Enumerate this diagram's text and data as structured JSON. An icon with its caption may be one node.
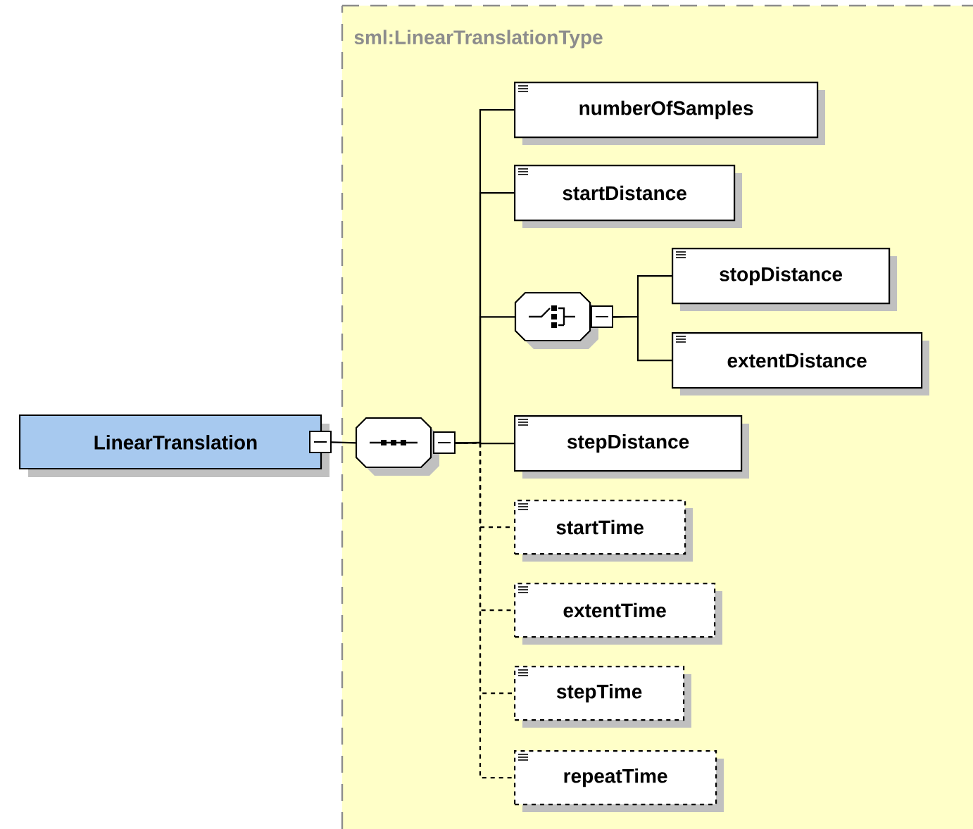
{
  "diagram": {
    "nodes": [
      {
        "text": [
          "sml:LinearTranslationType"
        ]
      },
      {
        "text": [
          "LinearTranslation"
        ]
      },
      {
        "text": [],
        "shape": "octagon",
        "in": 0
      },
      {
        "text": [
          "numberOfSamples"
        ],
        "in": 0
      },
      {
        "text": [
          "startDistance"
        ],
        "in": 0
      },
      {
        "text": [],
        "shape": "octagon",
        "in": 0
      },
      {
        "text": [
          "stopDistance"
        ],
        "in": 0
      },
      {
        "text": [
          "extentDistance"
        ],
        "in": 0
      },
      {
        "text": [
          "stepDistance"
        ],
        "in": 0
      },
      {
        "text": [
          "startTime"
        ],
        "in": 0
      },
      {
        "text": [
          "extentTime"
        ],
        "in": 0
      },
      {
        "text": [
          "stepTime"
        ],
        "in": 0
      },
      {
        "text": [
          "repeatTime"
        ],
        "in": 0
      }
    ],
    "edges": [
      {
        "from": 1,
        "to": 2,
        "arrow": "none"
      },
      {
        "from": 2,
        "to": 3,
        "arrow": "none"
      },
      {
        "from": 2,
        "to": 4,
        "arrow": "none"
      },
      {
        "from": 2,
        "to": 5,
        "arrow": "none"
      },
      {
        "from": 5,
        "to": 6,
        "arrow": "none"
      },
      {
        "from": 5,
        "to": 7,
        "arrow": "none"
      },
      {
        "from": 2,
        "to": 8,
        "arrow": "none"
      },
      {
        "from": 2,
        "to": 9,
        "arrow": "none",
        "style": "dashed"
      },
      {
        "from": 2,
        "to": 10,
        "arrow": "none",
        "style": "dashed"
      },
      {
        "from": 2,
        "to": 11,
        "arrow": "none",
        "style": "dashed"
      },
      {
        "from": 2,
        "to": 12,
        "arrow": "none",
        "style": "dashed"
      }
    ]
  }
}
